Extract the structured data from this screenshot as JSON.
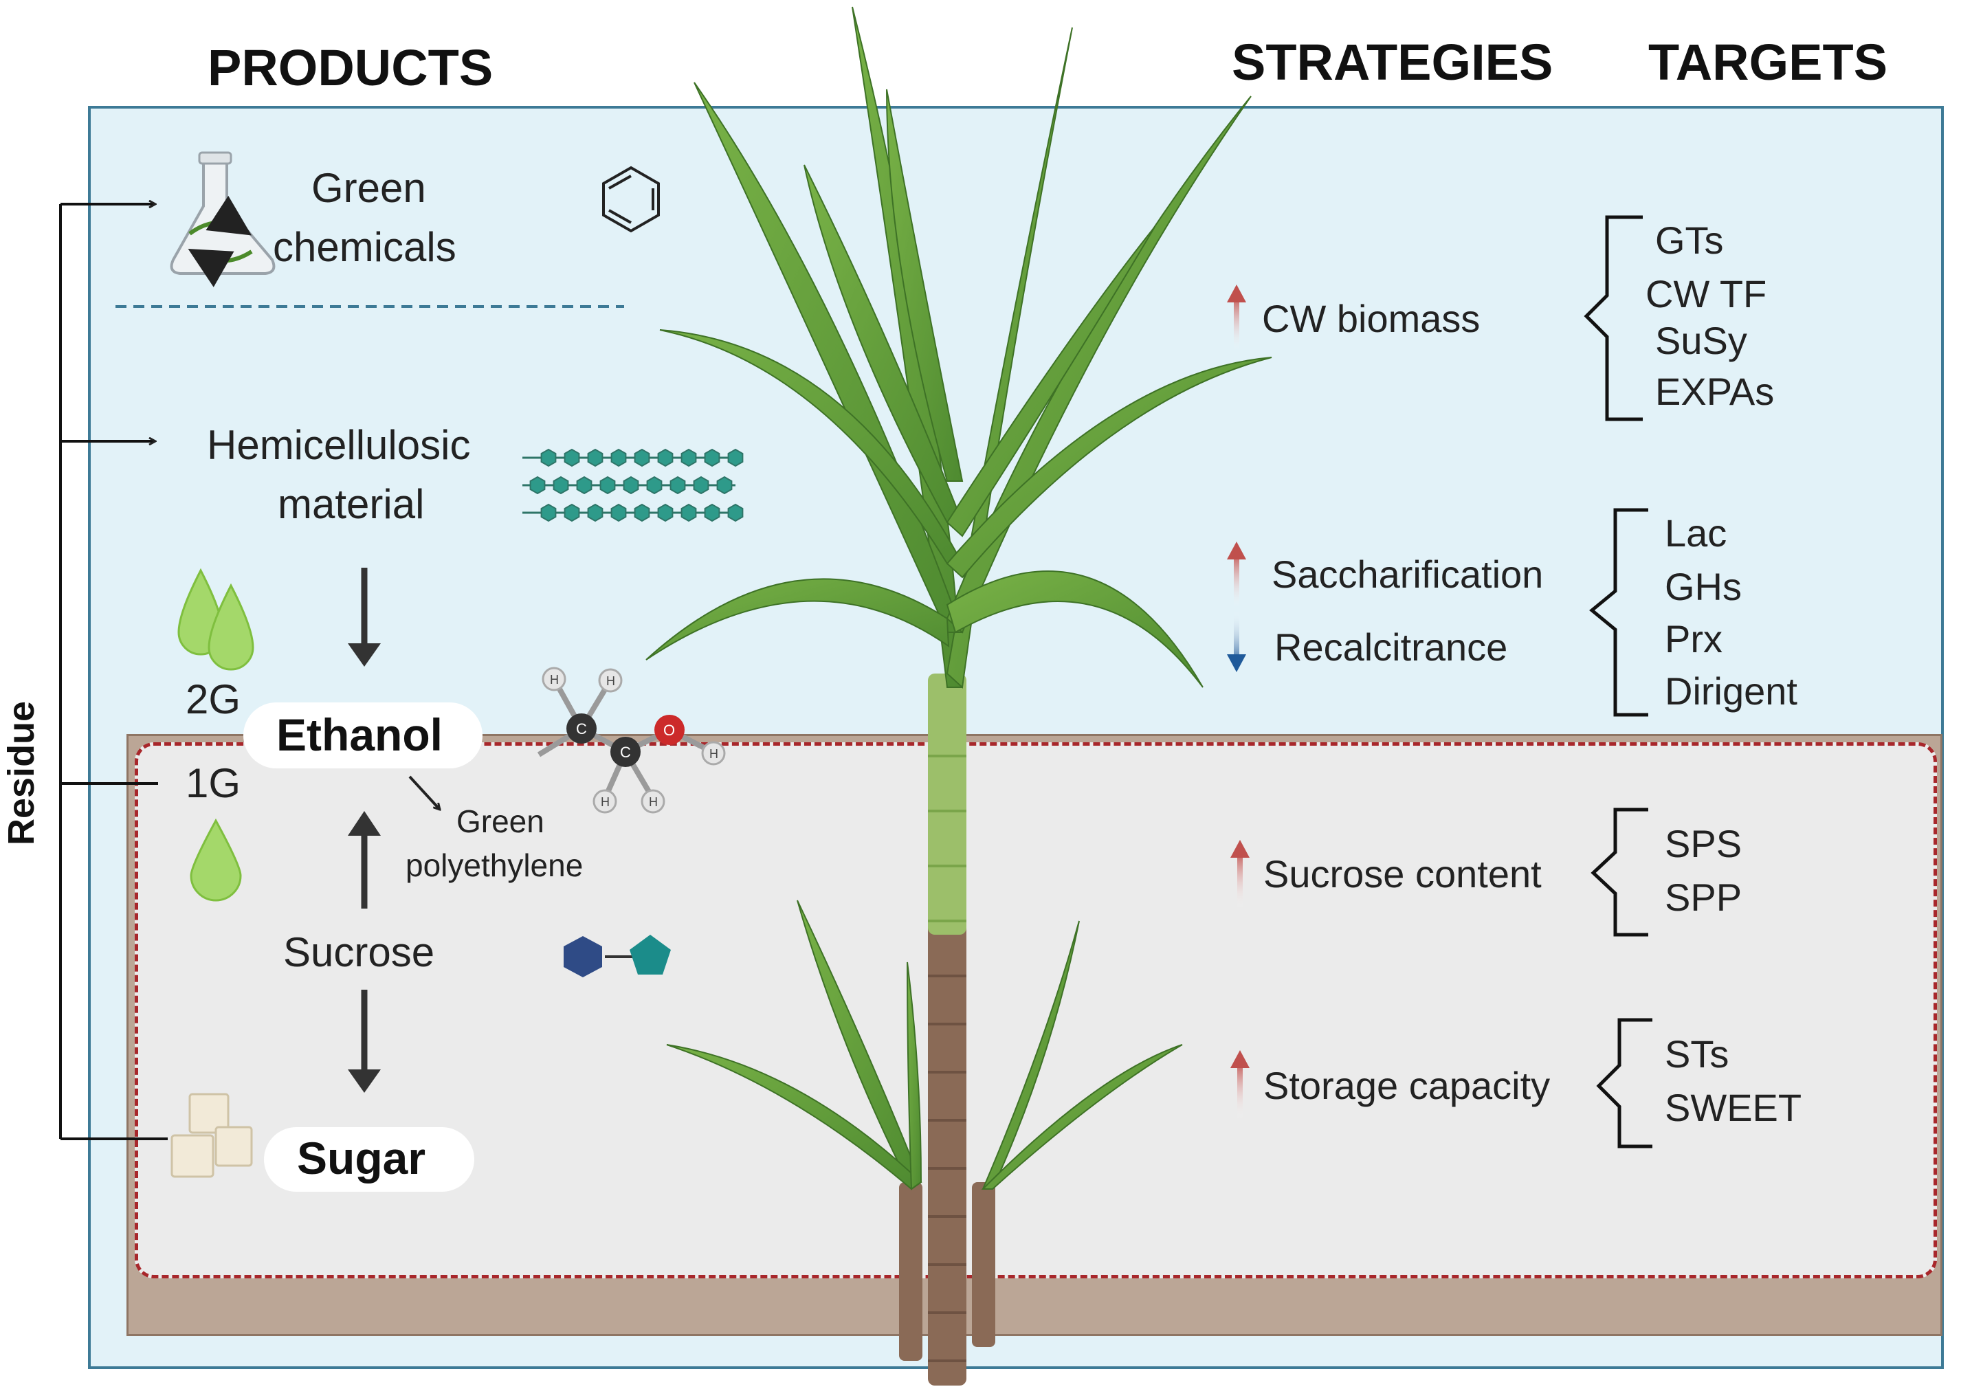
{
  "headers": {
    "products": "PRODUCTS",
    "strategies": "STRATEGIES",
    "targets": "TARGETS"
  },
  "side_label": "Residue",
  "products": {
    "green_chemicals": [
      "Green",
      "chemicals"
    ],
    "hemicellulosic": [
      "Hemicellulosic",
      "material"
    ],
    "gen2": "2G",
    "gen1": "1G",
    "ethanol": "Ethanol",
    "green_polyethylene": [
      "Green",
      "polyethylene"
    ],
    "sucrose": "Sucrose",
    "sugar": "Sugar"
  },
  "molecule_atoms": {
    "carbon": "C",
    "oxygen": "O",
    "hydrogen": "H"
  },
  "strategies": [
    {
      "label": "CW biomass",
      "arrows": [
        "up"
      ]
    },
    {
      "label": "Saccharification",
      "arrows": [
        "up"
      ]
    },
    {
      "label": "Recalcitrance",
      "arrows": [
        "down"
      ]
    },
    {
      "label": "Sucrose content",
      "arrows": [
        "up"
      ]
    },
    {
      "label": "Storage capacity",
      "arrows": [
        "up"
      ]
    }
  ],
  "targets": [
    [
      "GTs",
      "CW TF",
      "SuSy",
      "EXPAs"
    ],
    [
      "Lac",
      "GHs",
      "Prx",
      "Dirigent"
    ],
    [
      "SPS",
      "SPP"
    ],
    [
      "STs",
      "SWEET"
    ]
  ],
  "colors": {
    "panel_bg": "#e2f2f8",
    "panel_border": "#3d7a96",
    "soil": "#bba696",
    "stalk_zone": "#ebebeb",
    "dashed_red": "#a8272b",
    "teal": "#2e9a8a",
    "up_arrow": "#c0504d",
    "down_arrow": "#1f5a9a",
    "leaf": "#5c9a3a",
    "stalk": "#8a6a56",
    "drop": "#a4d86a"
  }
}
